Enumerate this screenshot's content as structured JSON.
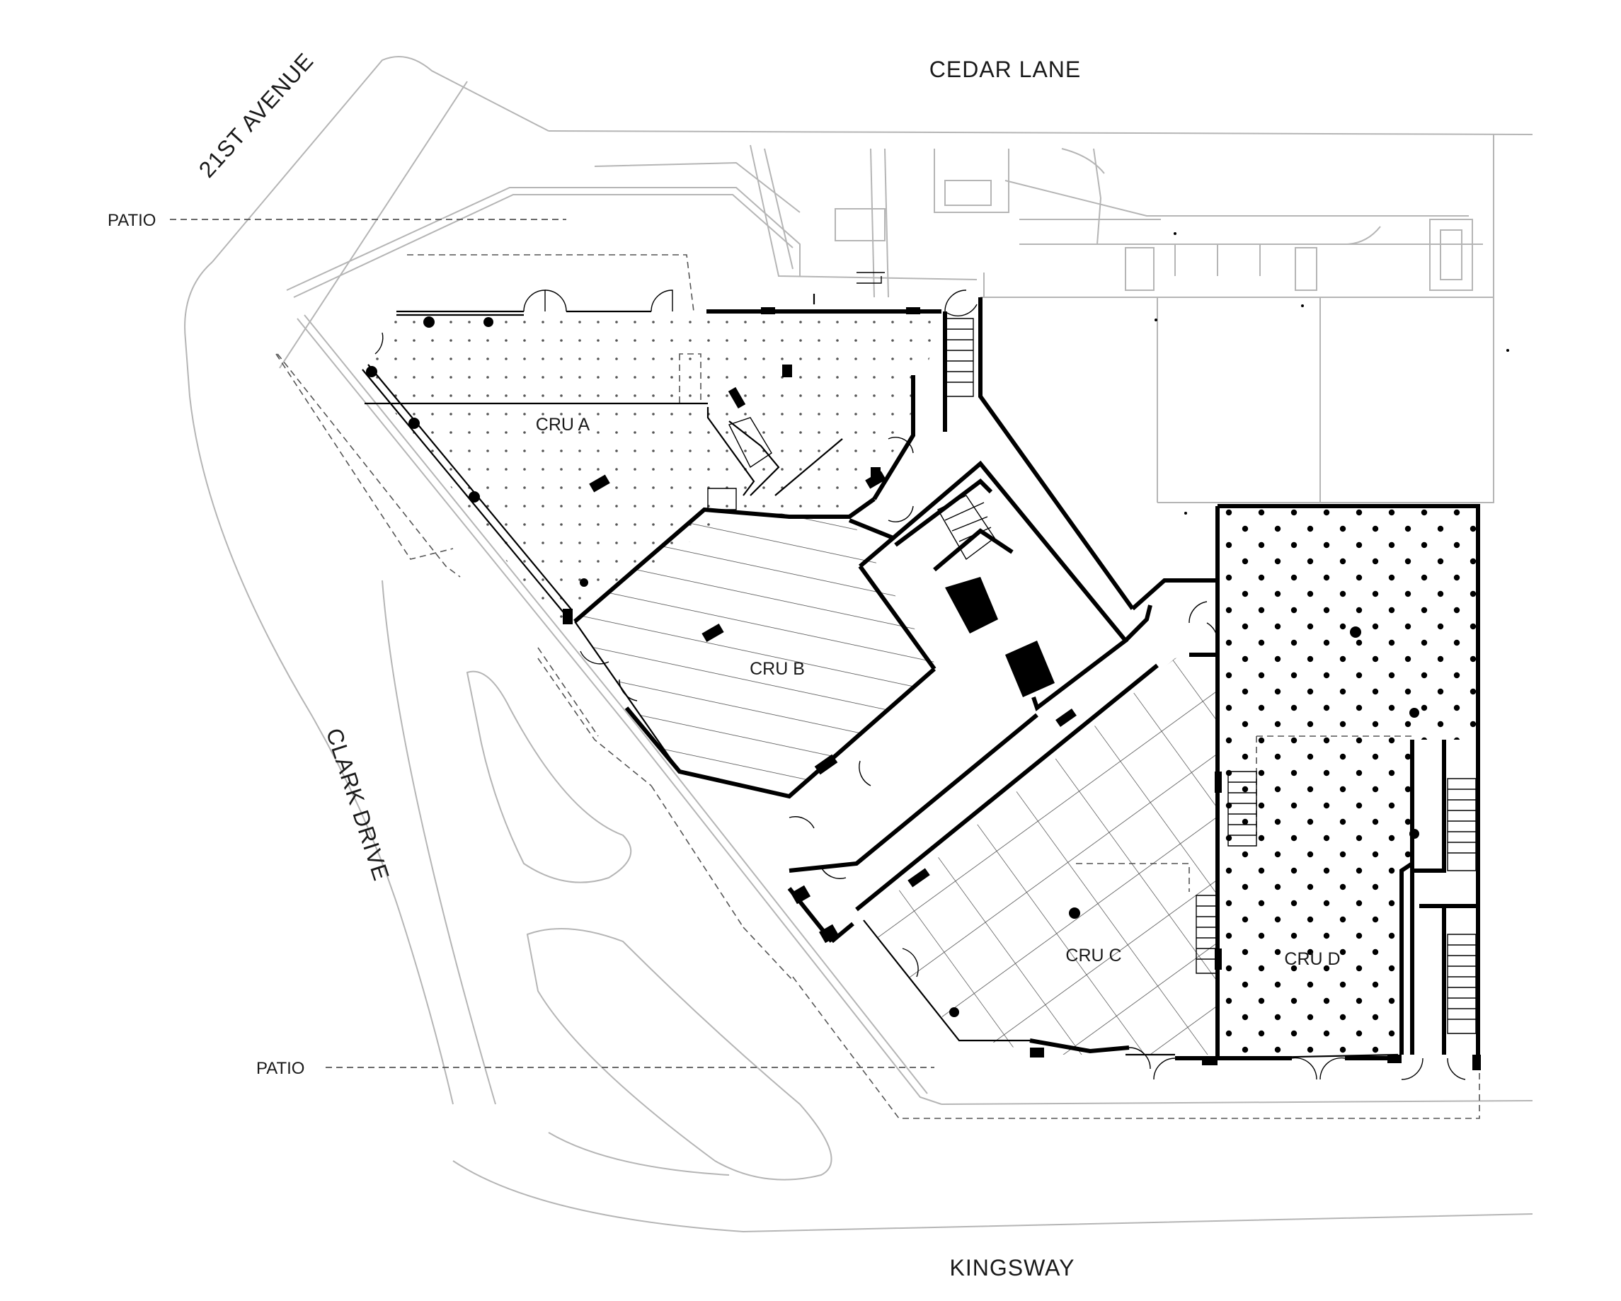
{
  "streets": {
    "north": "CEDAR LANE",
    "northwest": "21ST AVENUE",
    "west": "CLARK DRIVE",
    "south": "KINGSWAY"
  },
  "patios": [
    {
      "label": "PATIO"
    },
    {
      "label": "PATIO"
    }
  ],
  "units": [
    {
      "id": "a",
      "label": "CRU A",
      "fill_pattern": "small-dots"
    },
    {
      "id": "b",
      "label": "CRU B",
      "fill_pattern": "diagonal-lines"
    },
    {
      "id": "c",
      "label": "CRU C",
      "fill_pattern": "diagonal-grid"
    },
    {
      "id": "d",
      "label": "CRU D",
      "fill_pattern": "large-dots"
    }
  ],
  "colors": {
    "wall": "#000000",
    "site_line": "#b5b5b5",
    "label": "#1a1a1a",
    "background": "#ffffff"
  }
}
